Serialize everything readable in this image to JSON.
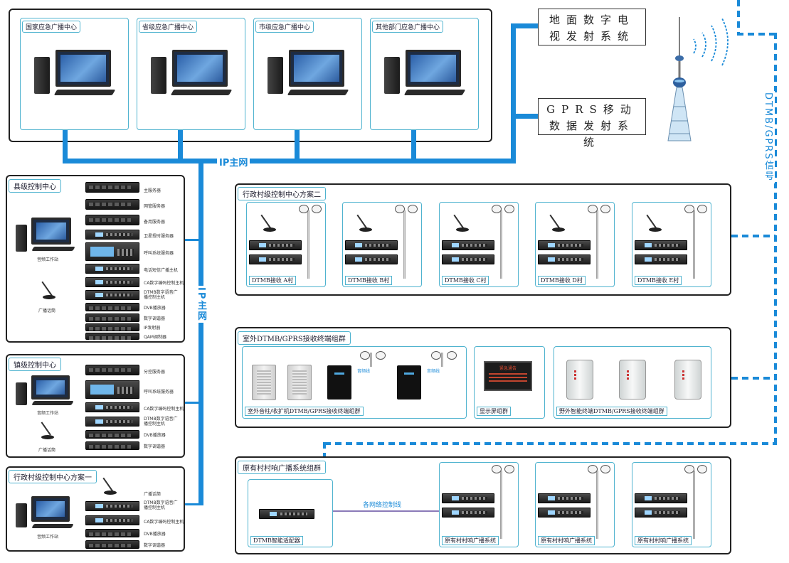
{
  "top_centers": [
    {
      "label": "国家应急广播中心"
    },
    {
      "label": "省级应急广播中心"
    },
    {
      "label": "市级应急广播中心"
    },
    {
      "label": "其他部门应急广播中心"
    }
  ],
  "tx_systems": {
    "terrestrial": "地面数字电视发射系统",
    "gprs": "GPRS移动数据发射系统"
  },
  "network_labels": {
    "ip_main_h": "IP主网",
    "ip_main_v": "IP主网",
    "signal": "DTMB/GPRS信号",
    "control_line": "各网络控制线"
  },
  "county_center": {
    "title": "县级控制中心",
    "workstation": "音频工作站",
    "mic": "广播话筒",
    "devices": [
      "主服务器",
      "网管服务器",
      "备用服务器",
      "卫星授时服务器",
      "呼叫系统服务器",
      "电话短信广播主机",
      "CA数字编码控制主机",
      "DTMB数字语音广播控制主机",
      "DVB播放器",
      "数字调谐器",
      "IP发射器",
      "QAM调制器"
    ]
  },
  "town_center": {
    "title": "镇级控制中心",
    "workstation": "音频工作站",
    "mic": "广播话筒",
    "devices": [
      "分控服务器",
      "呼叫系统服务器",
      "CA数字编码控制主机",
      "DTMB数字语音广播控制主机",
      "DVB播放器",
      "数字调谐器"
    ]
  },
  "village_center_one": {
    "title": "行政村级控制中心方案一",
    "workstation": "音频工作站",
    "devices": [
      "广播话筒",
      "DTMB数字语音广播控制主机",
      "CA数字编码控制主机",
      "DVB播放器",
      "数字调谐器"
    ]
  },
  "village_center_two": {
    "title": "行政村级控制中心方案二",
    "units": [
      "DTMB接收 A村",
      "DTMB接收 B村",
      "DTMB接收 C村",
      "DTMB接收 D村",
      "DTMB接收 E村"
    ]
  },
  "outdoor_group": {
    "title": "室外DTMB/GPRS接收终端组群",
    "sub1": "室外音柱/收扩机DTMB/GPRS接收终端组群",
    "sub2": "显示屏组群",
    "sub3": "野外智能终端DTMB/GPRS接收终端组群",
    "tag": "音频线",
    "screen_title": "紧急通告"
  },
  "existing_group": {
    "title": "原有村村响广播系统组群",
    "adapter": "DTMB智能适配器",
    "units": [
      "原有村村响广播系统",
      "原有村村响广播系统",
      "原有村村响广播系统"
    ]
  }
}
